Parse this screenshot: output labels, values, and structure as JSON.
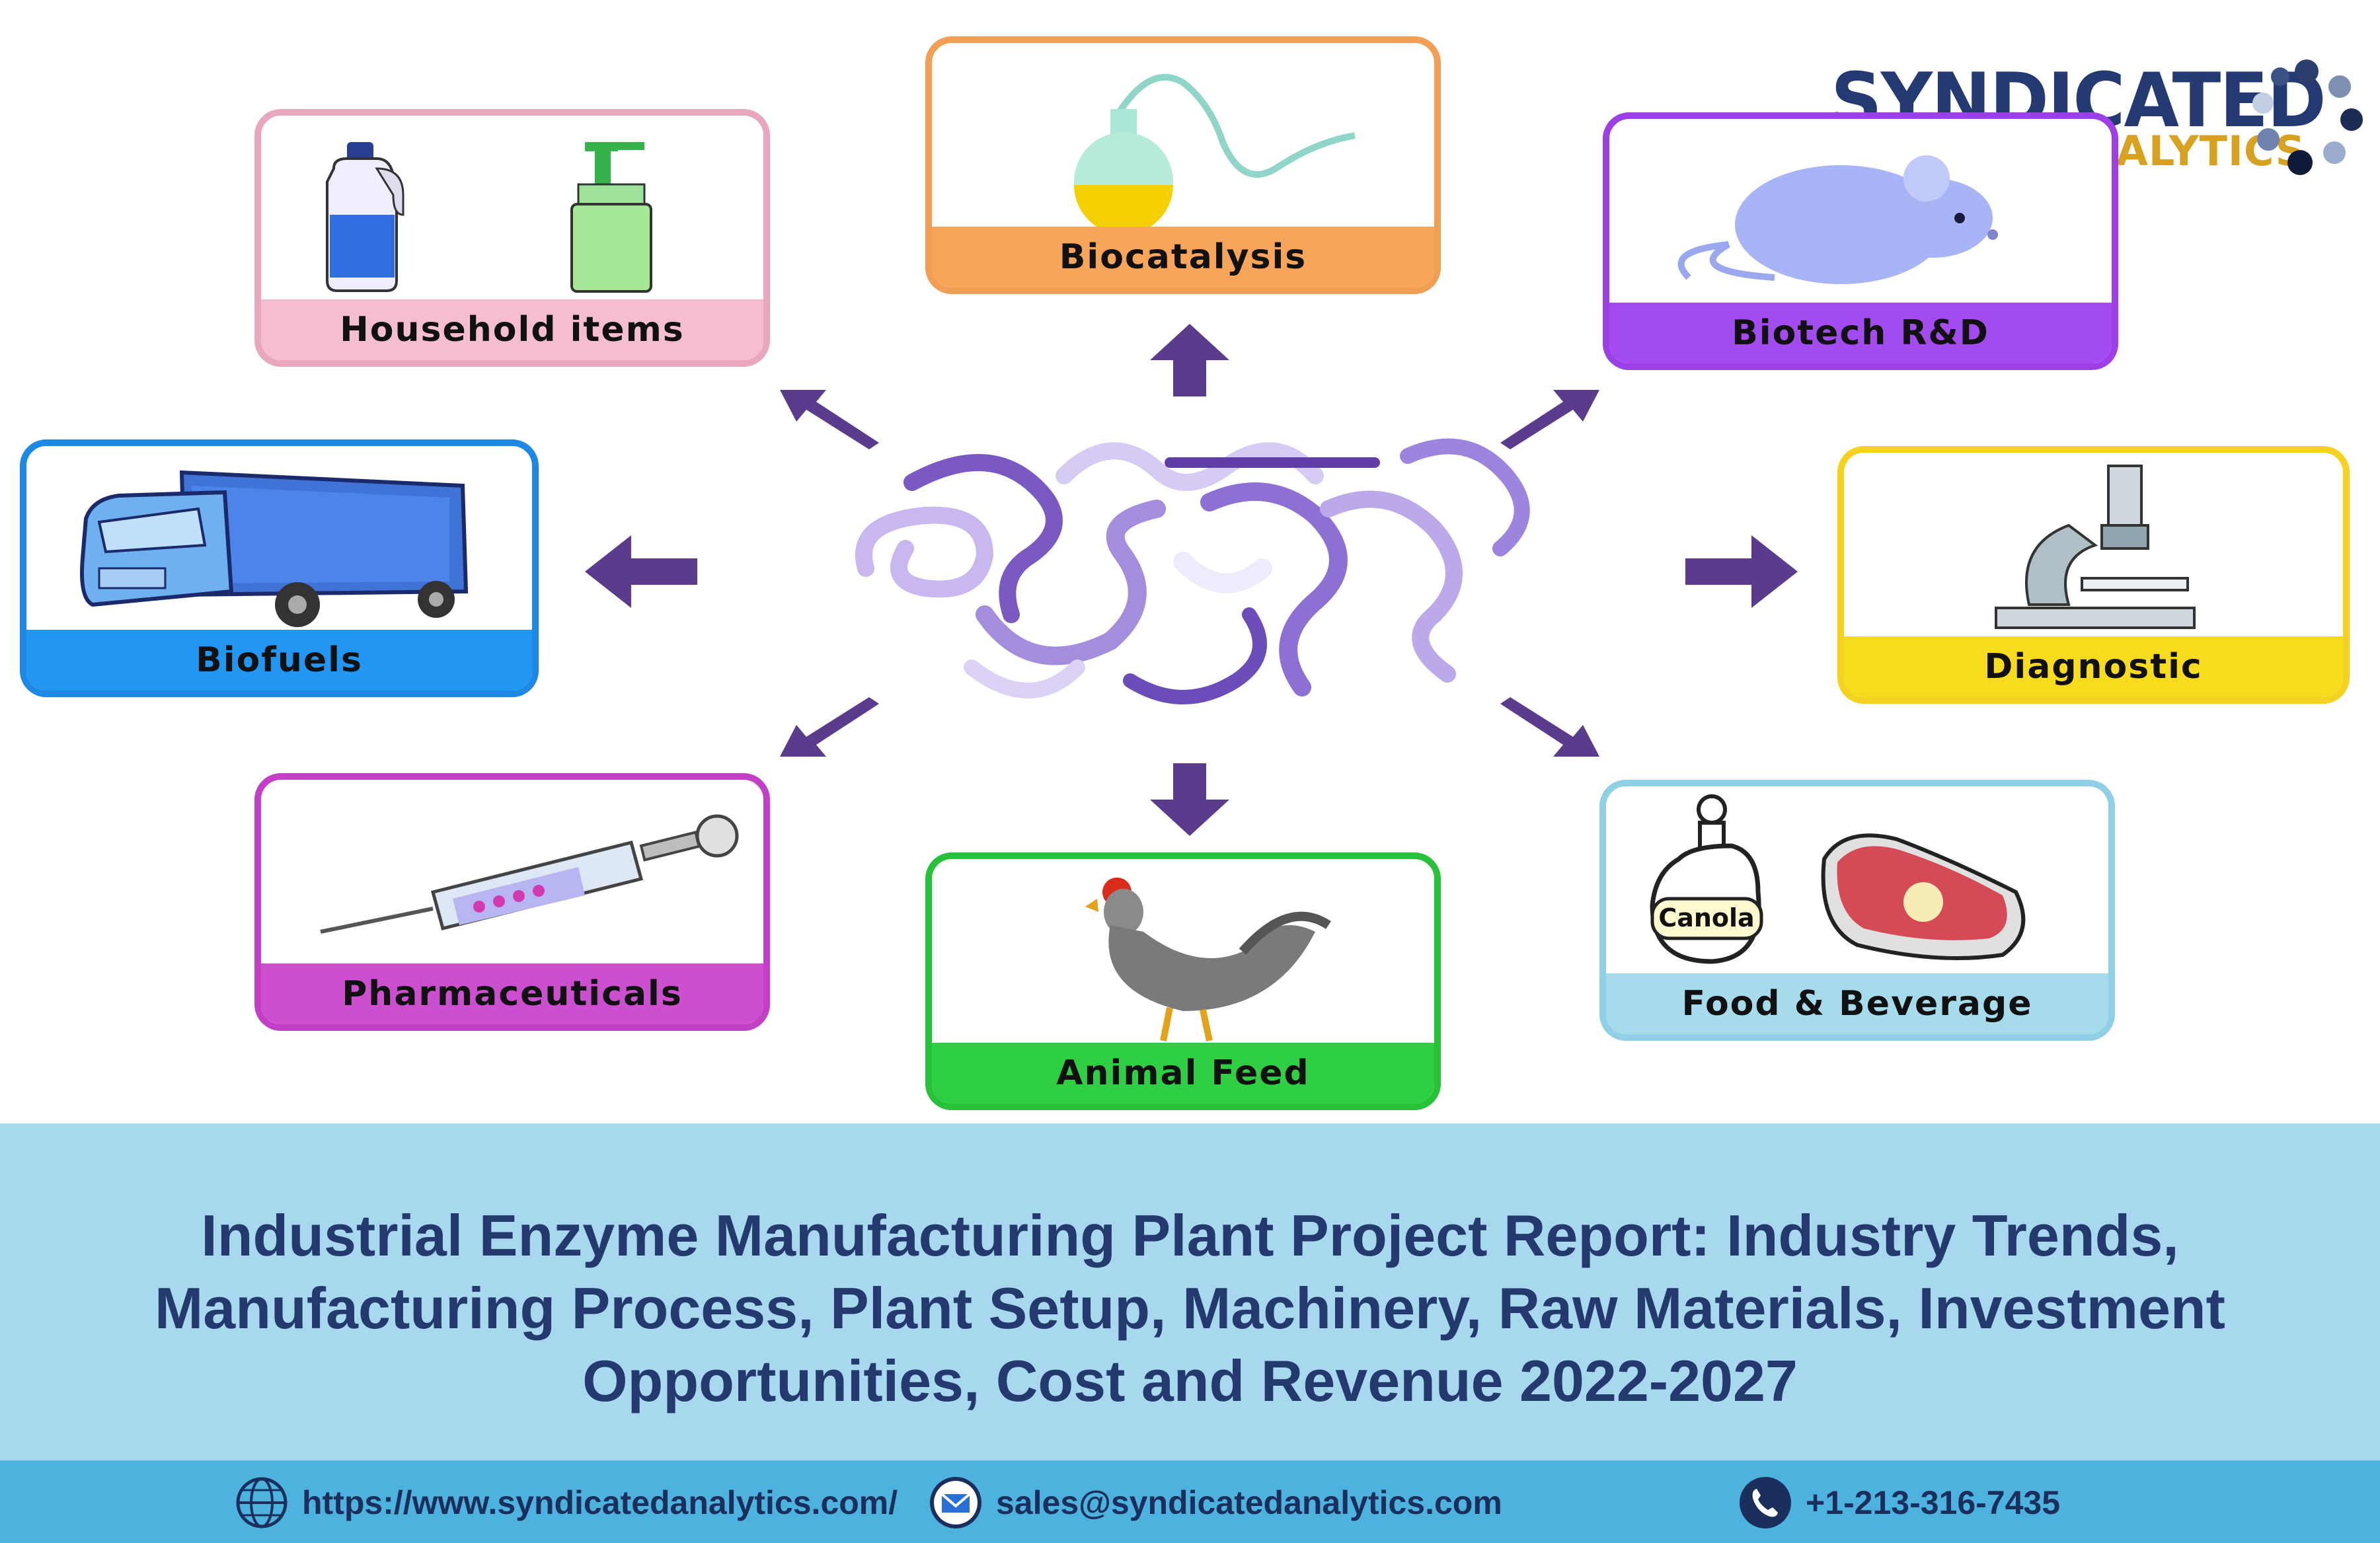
{
  "brand": {
    "name_main": "SYNDICATED",
    "name_sub": "ANALYTICS"
  },
  "applications": [
    {
      "label": "Household items",
      "border_color": "#e9a7bd",
      "band_color": "#f4bed0",
      "icon": "bottles-icon"
    },
    {
      "label": "Biocatalysis",
      "border_color": "#f29e54",
      "band_color": "#f6a55a",
      "icon": "flask-icon"
    },
    {
      "label": "Biotech R&D",
      "border_color": "#9c3fe6",
      "band_color": "#a24cf0",
      "icon": "mouse-icon"
    },
    {
      "label": "Biofuels",
      "border_color": "#1e88e5",
      "band_color": "#2196f3",
      "icon": "truck-icon"
    },
    {
      "label": "Diagnostic",
      "border_color": "#f5d21f",
      "band_color": "#f7dc1e",
      "icon": "microscope-icon"
    },
    {
      "label": "Pharmaceuticals",
      "border_color": "#c23fc6",
      "band_color": "#cc4fcf",
      "icon": "syringe-icon"
    },
    {
      "label": "Animal Feed",
      "border_color": "#28c23a",
      "band_color": "#2fcf44",
      "icon": "chicken-icon"
    },
    {
      "label": "Food & Beverage",
      "border_color": "#8fd0e6",
      "band_color": "#a6dbec",
      "icon": "canola-meat-icon"
    }
  ],
  "canola_label": "Canola",
  "center_icon": "enzyme-protein-icon",
  "arrow_color": "#5a3b8c",
  "title_lines": [
    "Industrial Enzyme Manufacturing Plant Project Report: Industry Trends,",
    "Manufacturing Process, Plant Setup, Machinery, Raw Materials, Investment",
    "Opportunities, Cost and Revenue 2022-2027"
  ],
  "contacts": {
    "website": "https://www.syndicatedanalytics.com/",
    "email": "sales@syndicatedanalytics.com",
    "phone": "+1-213-316-7435"
  }
}
